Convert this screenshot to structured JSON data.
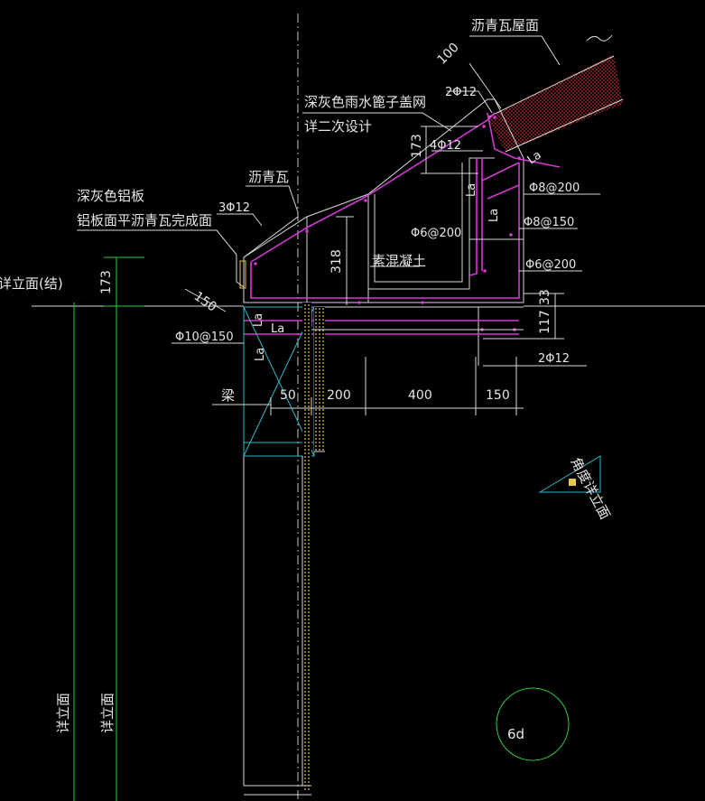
{
  "labels": {
    "roof_tile": "沥青瓦屋面",
    "gutter_line1": "深灰色雨水篦子盖网",
    "gutter_line2": "详二次设计",
    "asphalt_tile": "沥青瓦",
    "aluminum_line1": "深灰色铝板",
    "aluminum_line2": "铝板面平沥青瓦完成面",
    "facade_struct": "详立面(结)",
    "concrete": "素混凝土",
    "beam": "梁",
    "facade_a": "详立面",
    "facade_b": "详立面",
    "slope_note": "角度详立面",
    "detail_id": "6d"
  },
  "rebar": {
    "top_2phi12": "2Φ12",
    "r_4phi12": "4Φ12",
    "left_3phi12": "3Φ12",
    "phi8_200": "Φ8@200",
    "phi8_150": "Φ8@150",
    "phi6_200_mid": "Φ6@200",
    "phi6_200_right": "Φ6@200",
    "phi10_150": "Φ10@150",
    "bottom_2phi12": "2Φ12"
  },
  "anchors": {
    "la": "La"
  },
  "dimensions": {
    "d100": "100",
    "d173_top": "173",
    "d318": "318",
    "d173_left": "173",
    "d150_diag": "150",
    "d33": "33",
    "d117": "117",
    "d50": "50",
    "d200": "200",
    "d400": "400",
    "d150": "150"
  },
  "colors": {
    "background": "#000000",
    "text": "#e6e6e6",
    "rebar": "#d23ad2",
    "dimension": "#2ecc40",
    "beam": "#2fb8c8",
    "brick": "#c23030",
    "insulation": "#e6c84a"
  }
}
